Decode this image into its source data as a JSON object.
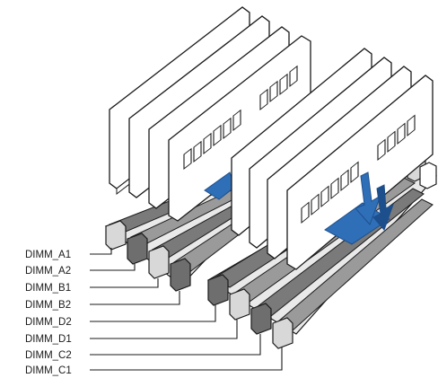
{
  "diagram": {
    "slot_labels": [
      {
        "label": "DIMM_A1"
      },
      {
        "label": "DIMM_A2"
      },
      {
        "label": "DIMM_B1"
      },
      {
        "label": "DIMM_B2"
      },
      {
        "label": "DIMM_D2"
      },
      {
        "label": "DIMM_D1"
      },
      {
        "label": "DIMM_C2"
      },
      {
        "label": "DIMM_C1"
      }
    ],
    "colors": {
      "outline": "#1a1a1a",
      "module_face": "#ffffff",
      "slot_dark": "#6e6e6e",
      "slot_mid": "#9a9a9a",
      "slot_light": "#d8d8d8",
      "arrow": "#2f6fb8",
      "arrow_dark": "#1d4f8c"
    }
  }
}
